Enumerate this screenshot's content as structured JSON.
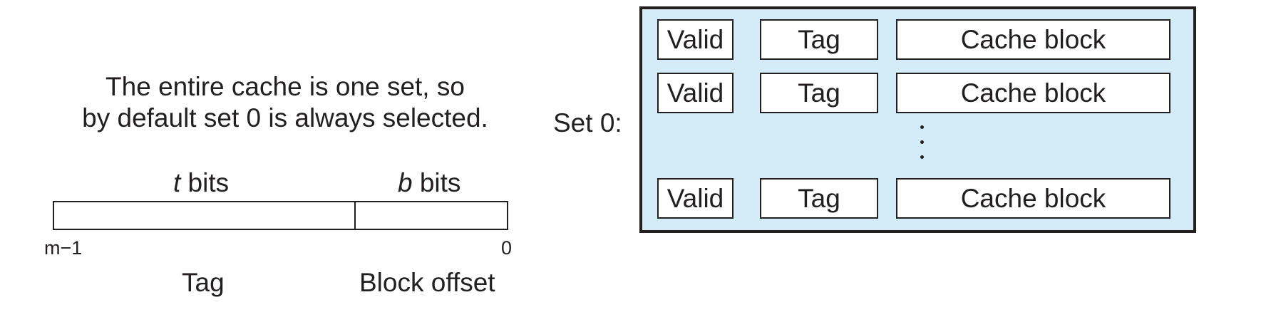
{
  "note": {
    "line1": "The entire cache is one set, so",
    "line2": "by default set 0 is always selected."
  },
  "address": {
    "tag_bits_var": "t",
    "tag_bits_suffix": " bits",
    "offset_bits_var": "b",
    "offset_bits_suffix": " bits",
    "high_bit": "m−1",
    "low_bit": "0",
    "fields": {
      "tag": "Tag",
      "offset": "Block offset"
    }
  },
  "set": {
    "label": "Set 0:",
    "lines": [
      {
        "valid": "Valid",
        "tag": "Tag",
        "block": "Cache block"
      },
      {
        "valid": "Valid",
        "tag": "Tag",
        "block": "Cache block"
      },
      {
        "valid": "Valid",
        "tag": "Tag",
        "block": "Cache block"
      }
    ]
  },
  "colors": {
    "set_fill": "#d3ecf8",
    "ink": "#231f20"
  }
}
